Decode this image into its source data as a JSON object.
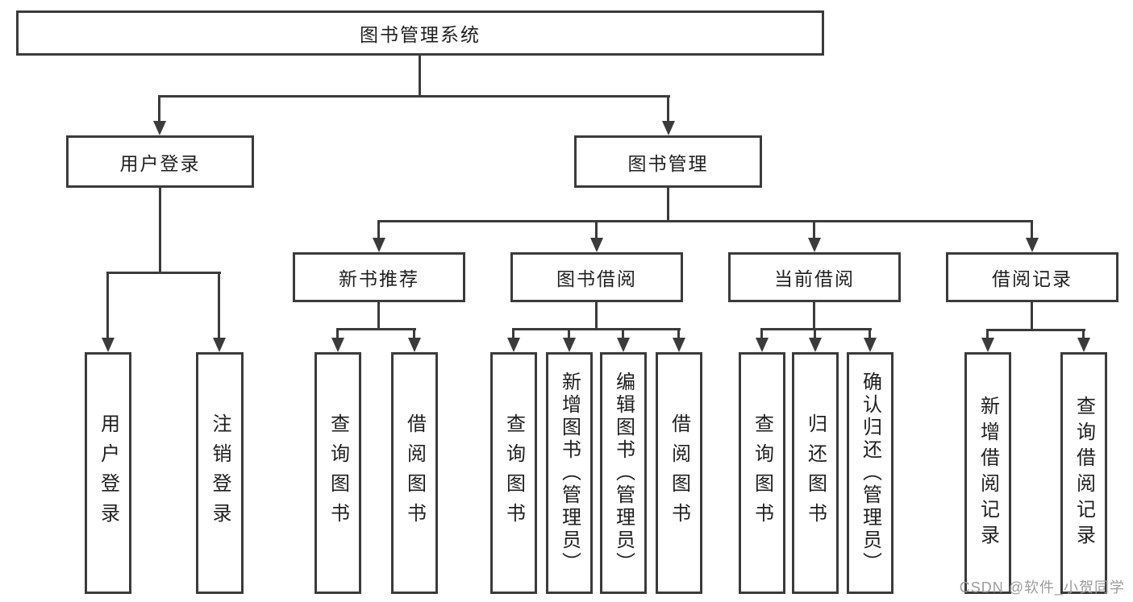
{
  "colors": {
    "line": "#3b3b3b",
    "text": "#1f1f1f",
    "wm": "#9c9c9c",
    "bg": "#ffffff"
  },
  "nodes": {
    "root": {
      "label": "图书管理系统"
    },
    "l2": [
      {
        "label": "用户登录"
      },
      {
        "label": "图书管理"
      }
    ],
    "l3": [
      {
        "label": "新书推荐"
      },
      {
        "label": "图书借阅"
      },
      {
        "label": "当前借阅"
      },
      {
        "label": "借阅记录"
      }
    ],
    "l4": {
      "login": [
        {
          "label": "用户登录"
        },
        {
          "label": "注销登录"
        }
      ],
      "newbook": [
        {
          "label": "查询图书"
        },
        {
          "label": "借阅图书"
        }
      ],
      "borrow": [
        {
          "label": "查询图书"
        },
        {
          "label": "新增图书（管理员）"
        },
        {
          "label": "编辑图书（管理员）"
        },
        {
          "label": "借阅图书"
        }
      ],
      "current": [
        {
          "label": "查询图书"
        },
        {
          "label": "归还图书"
        },
        {
          "label": "确认归还（管理员）"
        }
      ],
      "records": [
        {
          "label": "新增借阅记录"
        },
        {
          "label": "查询借阅记录"
        }
      ]
    }
  },
  "watermark": {
    "text": "CSDN @软件_小贺同学"
  }
}
